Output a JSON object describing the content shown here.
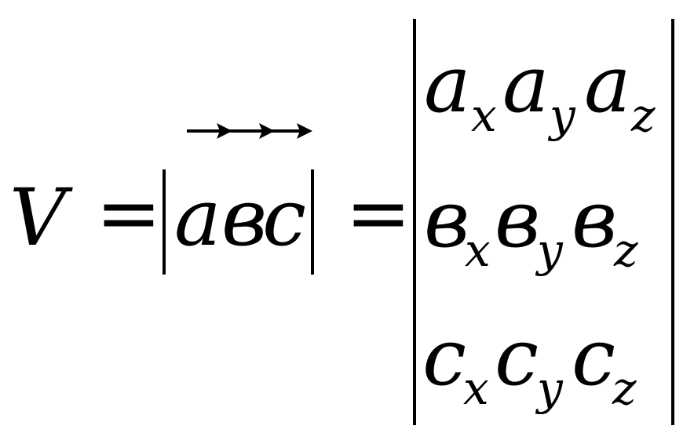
{
  "formula": {
    "lhs": "V",
    "eq1": "=",
    "eq2": "=",
    "vectors": [
      "a",
      "в",
      "c"
    ],
    "matrix": [
      [
        {
          "base": "a",
          "sub": "x"
        },
        {
          "base": "a",
          "sub": "y"
        },
        {
          "base": "a",
          "sub": "z"
        }
      ],
      [
        {
          "base": "в",
          "sub": "x"
        },
        {
          "base": "в",
          "sub": "y"
        },
        {
          "base": "в",
          "sub": "z"
        }
      ],
      [
        {
          "base": "c",
          "sub": "x"
        },
        {
          "base": "c",
          "sub": "y"
        },
        {
          "base": "c",
          "sub": "z"
        }
      ]
    ]
  }
}
